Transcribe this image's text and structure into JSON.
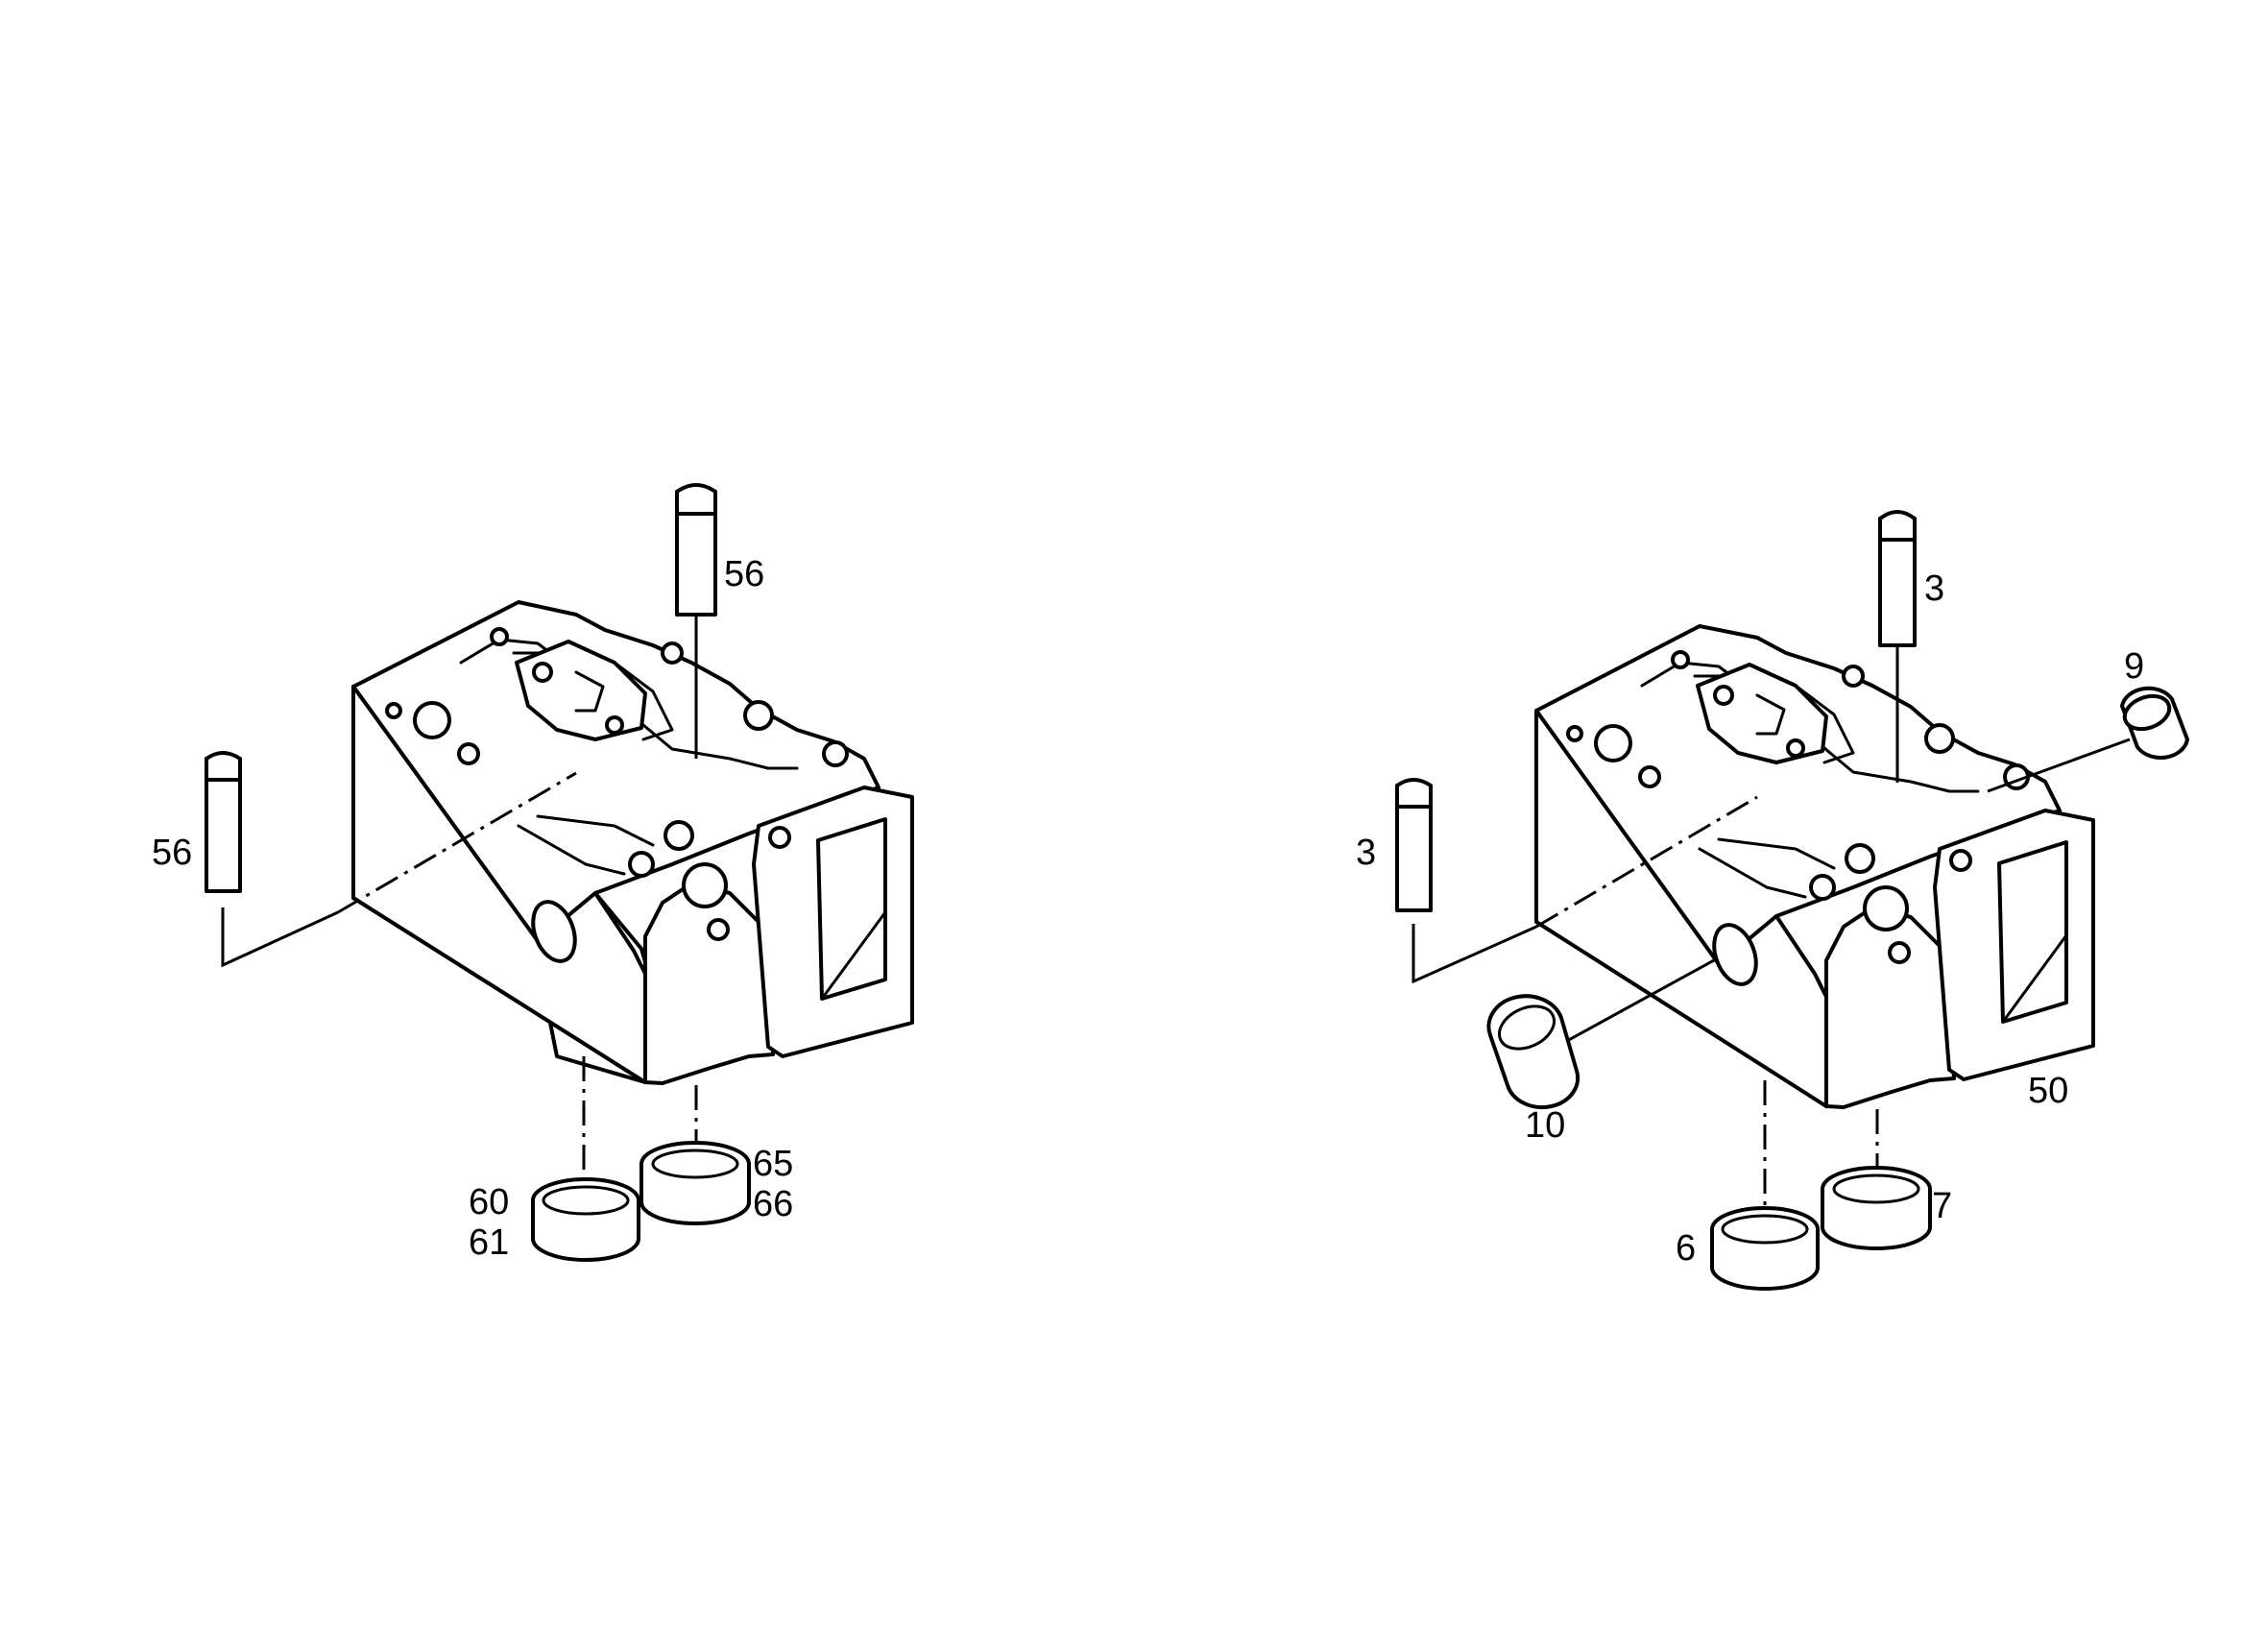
{
  "colors": {
    "ink": "#000000",
    "paper": "#ffffff"
  },
  "assembly_left": {
    "labels": {
      "guide_top": "56",
      "guide_left": "56",
      "ring_large_a": "60",
      "ring_large_b": "61",
      "ring_small_a": "65",
      "ring_small_b": "66"
    }
  },
  "assembly_right": {
    "labels": {
      "guide_top": "3",
      "guide_left": "3",
      "plug": "9",
      "cap": "10",
      "head": "50",
      "ring_large": "6",
      "ring_small": "7"
    }
  }
}
